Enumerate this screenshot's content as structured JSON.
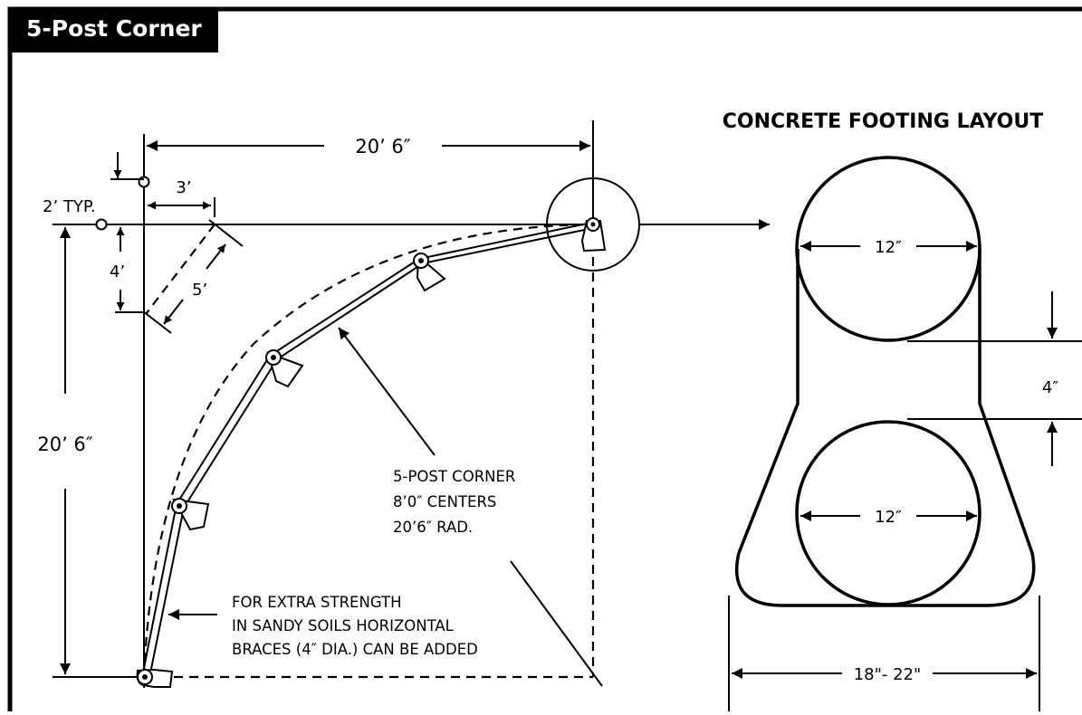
{
  "title": "5-Post Corner",
  "footing": {
    "heading": "CONCRETE FOOTING LAYOUT",
    "top_diameter": "12″",
    "bottom_diameter": "12″",
    "gap": "4″",
    "base_width": "18\"- 22\""
  },
  "corner": {
    "width_dim": "20’ 6″",
    "height_dim": "20’ 6″",
    "offset_3": "3’",
    "offset_4": "4’",
    "diag_5": "5’",
    "typ_label": "2’ TYP."
  },
  "callout_posts": {
    "line1": "5-POST CORNER",
    "line2": "8’0″ CENTERS",
    "line3": "20’6″ RAD."
  },
  "callout_braces": {
    "line1": "FOR EXTRA STRENGTH",
    "line2": "IN SANDY SOILS HORIZONTAL",
    "line3": "BRACES (4″ DIA.) CAN BE ADDED"
  }
}
